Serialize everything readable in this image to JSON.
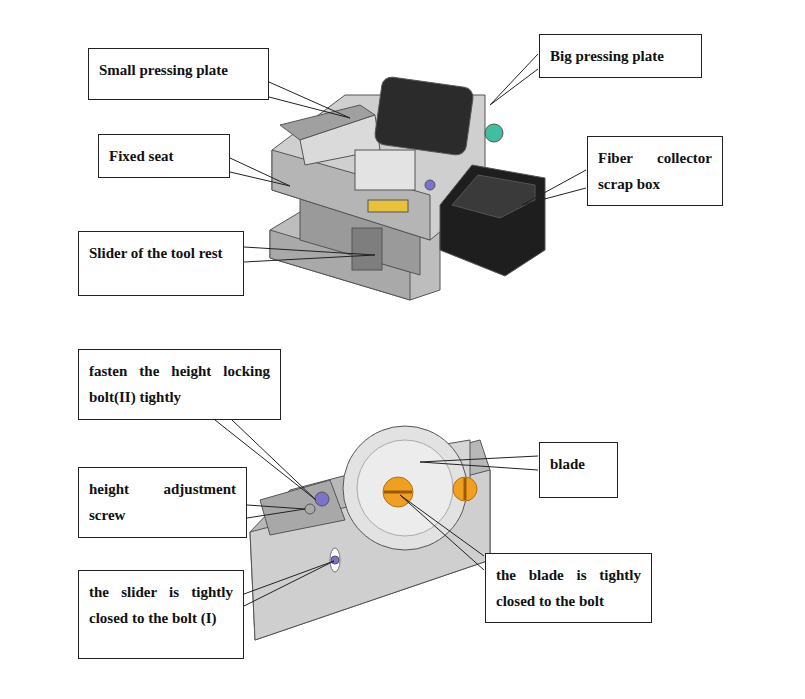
{
  "diagram": {
    "nodes": [
      {
        "text": [
          "Small pressing plate"
        ]
      },
      {
        "text": [
          "Big pressing plate"
        ]
      },
      {
        "text": [
          "Fixed seat"
        ]
      },
      {
        "text": [
          "Fiber collector scrap box"
        ]
      },
      {
        "text": [
          "Slider of the tool rest"
        ]
      },
      {
        "text": [
          "fasten the height locking bolt(II) tightly"
        ]
      },
      {
        "text": [
          "height adjustment screw"
        ]
      },
      {
        "text": [
          "blade"
        ]
      },
      {
        "text": [
          "the slider is tightly closed to the bolt (I)"
        ]
      },
      {
        "text": [
          "the blade is tightly closed to the bolt"
        ]
      }
    ]
  }
}
